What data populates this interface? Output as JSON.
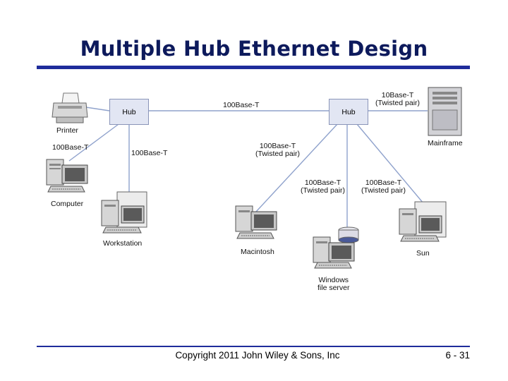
{
  "title": "Multiple Hub Ethernet Design",
  "footer": {
    "copyright": "Copyright 2011 John Wiley & Sons, Inc",
    "page": "6 - 31"
  },
  "diagram": {
    "hub_left": "Hub",
    "hub_right": "Hub",
    "link_hubs": "100Base-T",
    "link_mainframe": [
      "10Base-T",
      "(Twisted pair)"
    ],
    "link_computer": "100Base-T",
    "link_workstation": "100Base-T",
    "link_macintosh": [
      "100Base-T",
      "(Twisted pair)"
    ],
    "link_windows": [
      "100Base-T",
      "(Twisted pair)"
    ],
    "link_sun": [
      "100Base-T",
      "(Twisted pair)"
    ],
    "devices": {
      "printer": "Printer",
      "computer": "Computer",
      "workstation": "Workstation",
      "macintosh": "Macintosh",
      "windows": [
        "Windows",
        "file server"
      ],
      "sun": "Sun",
      "mainframe": "Mainframe"
    }
  }
}
